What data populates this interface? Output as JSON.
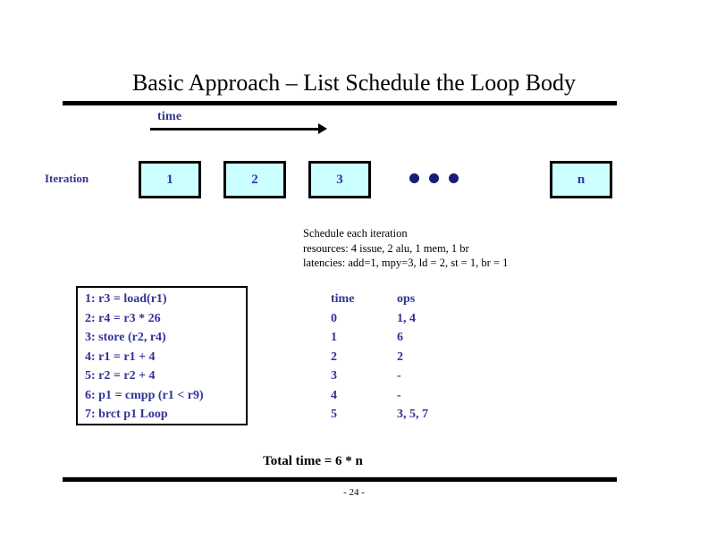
{
  "slide": {
    "title": "Basic Approach – List Schedule the Loop Body",
    "page_number": "- 24 -",
    "accent_blue": "#333399",
    "box_fill": "#ccffff",
    "box_border": "#000000"
  },
  "timeline": {
    "label": "time",
    "iteration_label": "Iteration",
    "boxes": [
      {
        "label": "1"
      },
      {
        "label": "2"
      },
      {
        "label": "3"
      },
      {
        "label": "n"
      }
    ],
    "ellipsis_dots": 3
  },
  "notes": {
    "line1": "Schedule each iteration",
    "line2": "resources: 4 issue, 2 alu, 1 mem, 1 br",
    "line3": "latencies: add=1, mpy=3, ld = 2, st = 1, br = 1"
  },
  "code": {
    "lines": [
      "1: r3 = load(r1)",
      "2: r4 = r3 * 26",
      "3: store (r2, r4)",
      "4: r1 = r1 + 4",
      "5: r2 = r2 + 4",
      "6: p1 = cmpp (r1 < r9)",
      "7: brct p1 Loop"
    ]
  },
  "schedule_table": {
    "headers": {
      "time": "time",
      "ops": "ops"
    },
    "rows": [
      {
        "time": "0",
        "ops": "1, 4"
      },
      {
        "time": "1",
        "ops": "6"
      },
      {
        "time": "2",
        "ops": "2"
      },
      {
        "time": "3",
        "ops": "-"
      },
      {
        "time": "4",
        "ops": "-"
      },
      {
        "time": "5",
        "ops": "3, 5, 7"
      }
    ]
  },
  "footer": {
    "total_time": "Total time = 6 * n"
  }
}
